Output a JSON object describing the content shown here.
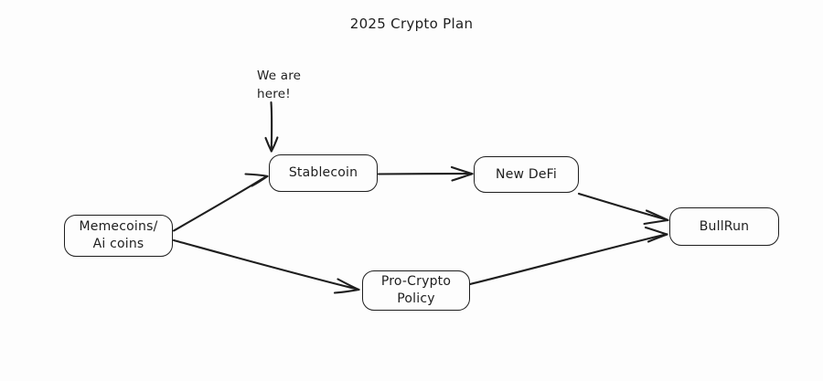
{
  "diagram": {
    "title": "2025 Crypto Plan",
    "background_color": "#fdfdfd",
    "stroke_color": "#1e1e1e",
    "style": "hand-drawn",
    "annotations": [
      {
        "name": "we-are-here",
        "text": "We are\nhere!",
        "points_to": "Stablecoin"
      }
    ],
    "nodes": [
      {
        "id": "memecoins",
        "label": "Memecoins/\nAi coins"
      },
      {
        "id": "stablecoin",
        "label": "Stablecoin"
      },
      {
        "id": "newdefi",
        "label": "New DeFi"
      },
      {
        "id": "policy",
        "label": "Pro-Crypto\nPolicy"
      },
      {
        "id": "bullrun",
        "label": "BullRun"
      }
    ],
    "edges": [
      {
        "from": "memecoins",
        "to": "stablecoin"
      },
      {
        "from": "memecoins",
        "to": "policy"
      },
      {
        "from": "stablecoin",
        "to": "newdefi"
      },
      {
        "from": "newdefi",
        "to": "bullrun"
      },
      {
        "from": "policy",
        "to": "bullrun"
      }
    ]
  }
}
